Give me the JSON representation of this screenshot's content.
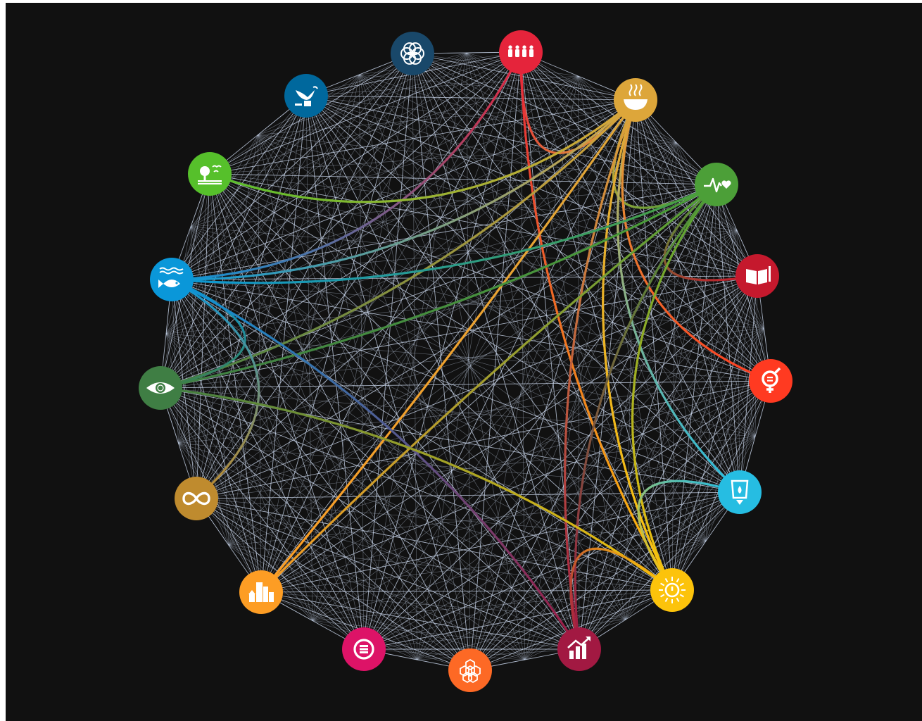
{
  "diagram": {
    "type": "network",
    "background": "#111111",
    "mesh_color": "#c8d4ea",
    "nodes": [
      {
        "id": "no-poverty",
        "icon": "family-icon",
        "color": "#e5243b"
      },
      {
        "id": "zero-hunger",
        "icon": "bowl-icon",
        "color": "#dda63a"
      },
      {
        "id": "health",
        "icon": "heartbeat-icon",
        "color": "#4c9f38"
      },
      {
        "id": "education",
        "icon": "book-icon",
        "color": "#c5192d"
      },
      {
        "id": "gender-equality",
        "icon": "gender-icon",
        "color": "#ff3a21"
      },
      {
        "id": "clean-water",
        "icon": "water-drop-icon",
        "color": "#26bde2"
      },
      {
        "id": "clean-energy",
        "icon": "sun-power-icon",
        "color": "#fcc30b"
      },
      {
        "id": "economic-growth",
        "icon": "growth-chart-icon",
        "color": "#a21942"
      },
      {
        "id": "industry",
        "icon": "cubes-icon",
        "color": "#fd6925"
      },
      {
        "id": "reduced-inequality",
        "icon": "equal-icon",
        "color": "#dd1367"
      },
      {
        "id": "cities",
        "icon": "city-icon",
        "color": "#fd9d24"
      },
      {
        "id": "consumption",
        "icon": "infinity-icon",
        "color": "#bf8b2e"
      },
      {
        "id": "climate",
        "icon": "eye-globe-icon",
        "color": "#3f7e44"
      },
      {
        "id": "life-below-water",
        "icon": "fish-icon",
        "color": "#0a97d9"
      },
      {
        "id": "life-on-land",
        "icon": "tree-icon",
        "color": "#56c02b"
      },
      {
        "id": "peace",
        "icon": "dove-icon",
        "color": "#00689d"
      },
      {
        "id": "partnerships",
        "icon": "flower-icon",
        "color": "#19486a"
      }
    ],
    "highlighted_links": [
      {
        "from": "no-poverty",
        "to": "zero-hunger"
      },
      {
        "from": "no-poverty",
        "to": "life-below-water"
      },
      {
        "from": "no-poverty",
        "to": "clean-energy"
      },
      {
        "from": "zero-hunger",
        "to": "health"
      },
      {
        "from": "zero-hunger",
        "to": "life-on-land"
      },
      {
        "from": "zero-hunger",
        "to": "life-below-water"
      },
      {
        "from": "zero-hunger",
        "to": "climate"
      },
      {
        "from": "zero-hunger",
        "to": "cities"
      },
      {
        "from": "zero-hunger",
        "to": "clean-energy"
      },
      {
        "from": "zero-hunger",
        "to": "economic-growth"
      },
      {
        "from": "zero-hunger",
        "to": "clean-water"
      },
      {
        "from": "zero-hunger",
        "to": "gender-equality"
      },
      {
        "from": "health",
        "to": "education"
      },
      {
        "from": "health",
        "to": "climate"
      },
      {
        "from": "health",
        "to": "life-below-water"
      },
      {
        "from": "health",
        "to": "clean-energy"
      },
      {
        "from": "health",
        "to": "economic-growth"
      },
      {
        "from": "health",
        "to": "cities"
      },
      {
        "from": "life-below-water",
        "to": "climate"
      },
      {
        "from": "life-below-water",
        "to": "consumption"
      },
      {
        "from": "life-below-water",
        "to": "economic-growth"
      },
      {
        "from": "climate",
        "to": "clean-energy"
      },
      {
        "from": "clean-water",
        "to": "clean-energy"
      },
      {
        "from": "clean-energy",
        "to": "economic-growth"
      }
    ]
  }
}
